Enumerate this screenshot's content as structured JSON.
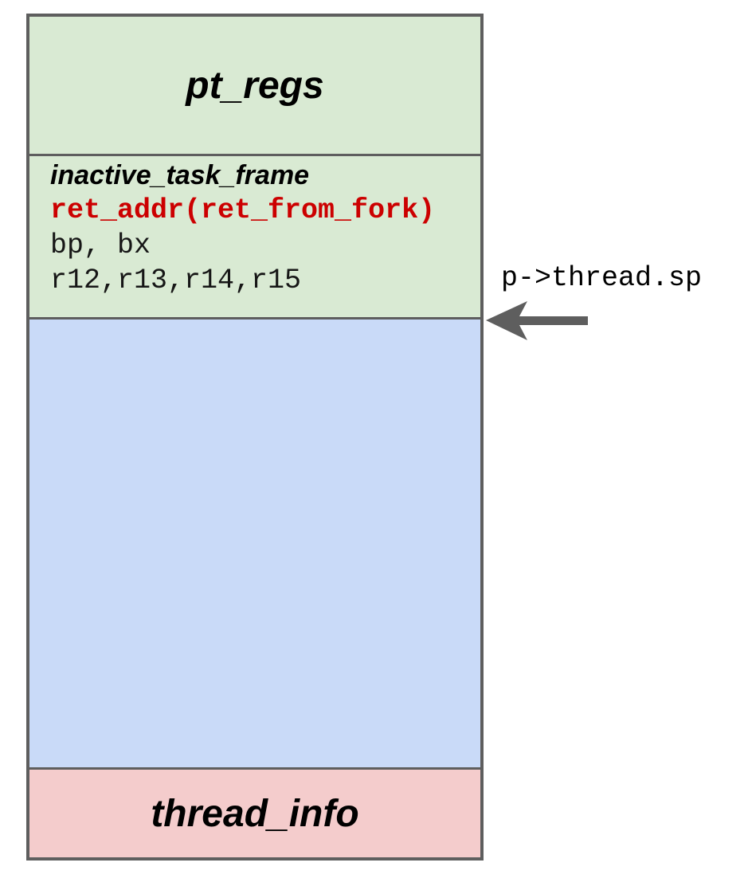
{
  "stack": {
    "border_color": "#5e5e5e",
    "sections": [
      {
        "name": "pt_regs",
        "label": "pt_regs",
        "fill": "#d9ead3"
      },
      {
        "name": "inactive_task_frame",
        "fill": "#d9ead3",
        "lines": [
          {
            "text": "inactive_task_frame",
            "style": "heading",
            "color": "#000000"
          },
          {
            "text": "ret_addr(ret_from_fork)",
            "style": "mono-red",
            "color": "#cc0000"
          },
          {
            "text": "bp, bx",
            "style": "mono",
            "color": "#161616"
          },
          {
            "text": "r12,r13,r14,r15",
            "style": "mono",
            "color": "#161616"
          }
        ]
      },
      {
        "name": "stack-free-space",
        "label": "",
        "fill": "#c9daf8"
      },
      {
        "name": "thread_info",
        "label": "thread_info",
        "fill": "#f4cccc"
      }
    ]
  },
  "annotation": {
    "label": "p->thread.sp",
    "arrow_icon": "left-arrow",
    "color": "#5e5e5e"
  }
}
